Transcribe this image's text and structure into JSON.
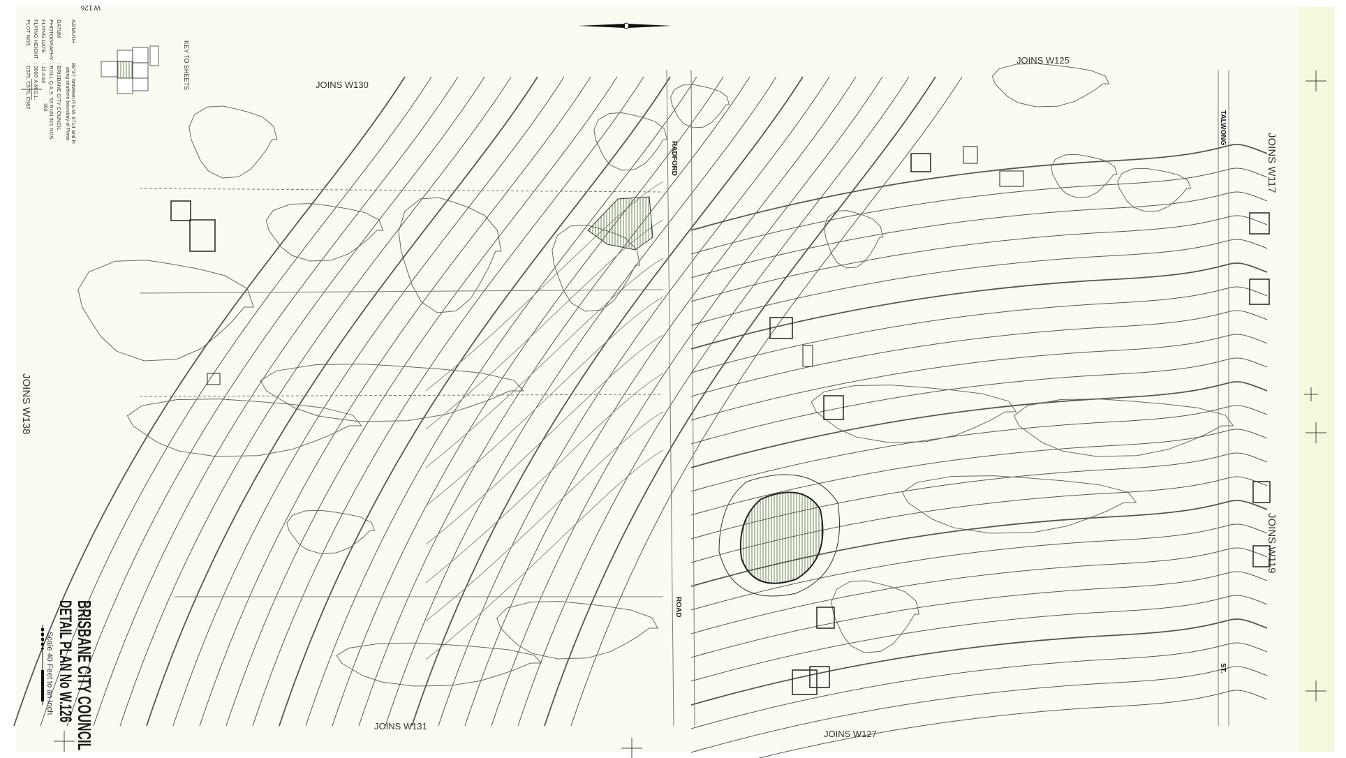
{
  "sheet_mark": "W.126",
  "legend": {
    "rows": [
      {
        "key": "AZIMUTH",
        "value": "89°37' between P.S.M. 6714 and P.",
        "value2": "along southern boundary of Portio"
      },
      {
        "key": "DATUM",
        "value": ": BRISBANE CITY COUNCIL"
      },
      {
        "key": "PHOTOGRAPHY",
        "value": ": ROLL Q.A.S. 53 RUN 301 NOS.",
        "value2": "303"
      },
      {
        "key": "FLYING DATE",
        "value": ": 12.4.64"
      },
      {
        "key": "FLYING HEIGHT",
        "value": ": 3000' A.M.G.L."
      },
      {
        "key": "PLOT NOS.",
        "value": ": C575, C576, C582"
      }
    ]
  },
  "key_to_sheets": {
    "title": "KEY TO SHEETS"
  },
  "joins": {
    "top_left": "JOINS W130",
    "top_right": "JOINS W125",
    "right_top": "JOINS W117",
    "right_bottom": "JOINS W119",
    "left": "JOINS W138",
    "bottom_left": "JOINS W131",
    "bottom_right": "JOINS W127"
  },
  "streets": {
    "radford": "RADFORD",
    "road": "ROAD",
    "talwong": "TALWONG",
    "st": "ST."
  },
  "title_block": {
    "council": "BRISBANE CITY COUNCIL",
    "plan": "DETAIL PLAN No W.126",
    "scale": "Scale 40 Feet to an Inch"
  },
  "colors": {
    "paper": "#fbfcf1",
    "ink": "#2a2a2a",
    "water_hatch": "#4a6a4a"
  }
}
